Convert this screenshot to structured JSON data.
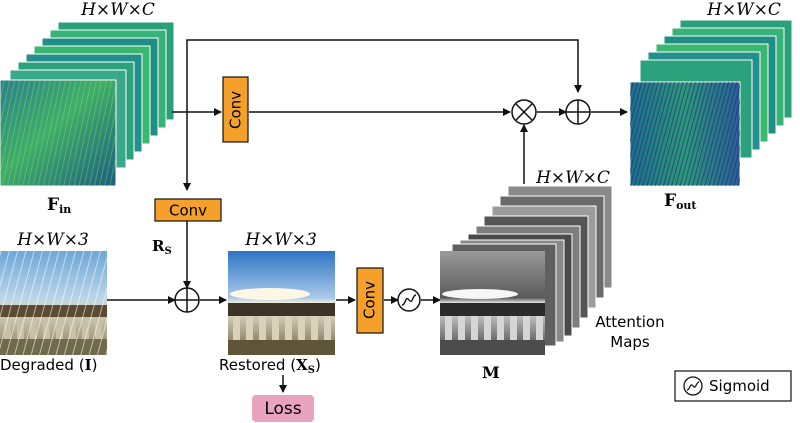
{
  "input_features": {
    "dims": "H×W×C",
    "label": "F",
    "label_sub": "in"
  },
  "output_features": {
    "dims": "H×W×C",
    "label": "F",
    "label_sub": "out"
  },
  "conv_top": {
    "label": "Conv"
  },
  "conv_left": {
    "label": "Conv"
  },
  "conv_right": {
    "label": "Conv"
  },
  "residual": {
    "label": "R",
    "label_sub": "S"
  },
  "degraded": {
    "dims": "H×W×3",
    "label_text": "Degraded (",
    "symbol": "I",
    "label_end": ")"
  },
  "restored": {
    "dims": "H×W×3",
    "label_text": "Restored (",
    "symbol": "X",
    "symbol_sub": "S",
    "label_end": ")"
  },
  "loss": {
    "label": "Loss"
  },
  "attention": {
    "dims": "H×W×C",
    "label": "M",
    "caption_line1": "Attention",
    "caption_line2": "Maps"
  },
  "legend": {
    "label": "Sigmoid"
  },
  "colors": {
    "conv_fill": "#f5a02a",
    "loss_fill": "#e8a3bf",
    "feature_teal": "#1f9a8a",
    "feature_green": "#2fb36c"
  }
}
